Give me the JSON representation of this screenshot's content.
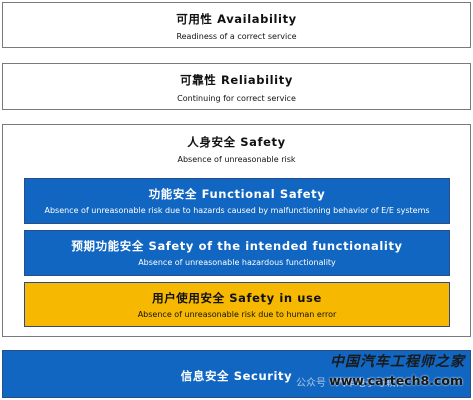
{
  "availability": {
    "title": "可用性 Availability",
    "subtitle": "Readiness of a correct service"
  },
  "reliability": {
    "title": "可靠性 Reliability",
    "subtitle": "Continuing for correct service"
  },
  "safety": {
    "title": "人身安全 Safety",
    "subtitle": "Absence of unreasonable risk",
    "functional": {
      "title": "功能安全 Functional Safety",
      "subtitle": "Absence of unreasonable risk due to hazards caused by malfunctioning behavior of E/E systems"
    },
    "sotif": {
      "title": "预期功能安全 Safety of the intended functionality",
      "subtitle": "Absence of unreasonable hazardous functionality"
    },
    "in_use": {
      "title": "用户使用安全 Safety in use",
      "subtitle": "Absence of unreasonable risk due to human error"
    }
  },
  "security": {
    "title": "信息安全 Security"
  },
  "watermark": {
    "logo": "中国汽车工程师之家",
    "site": "www.cartech8.com",
    "publisher": "公众号 · 汽车电子与软件"
  },
  "colors": {
    "blue": "#1066c0",
    "yellow": "#f6b800",
    "border": "#7a7a7a"
  }
}
